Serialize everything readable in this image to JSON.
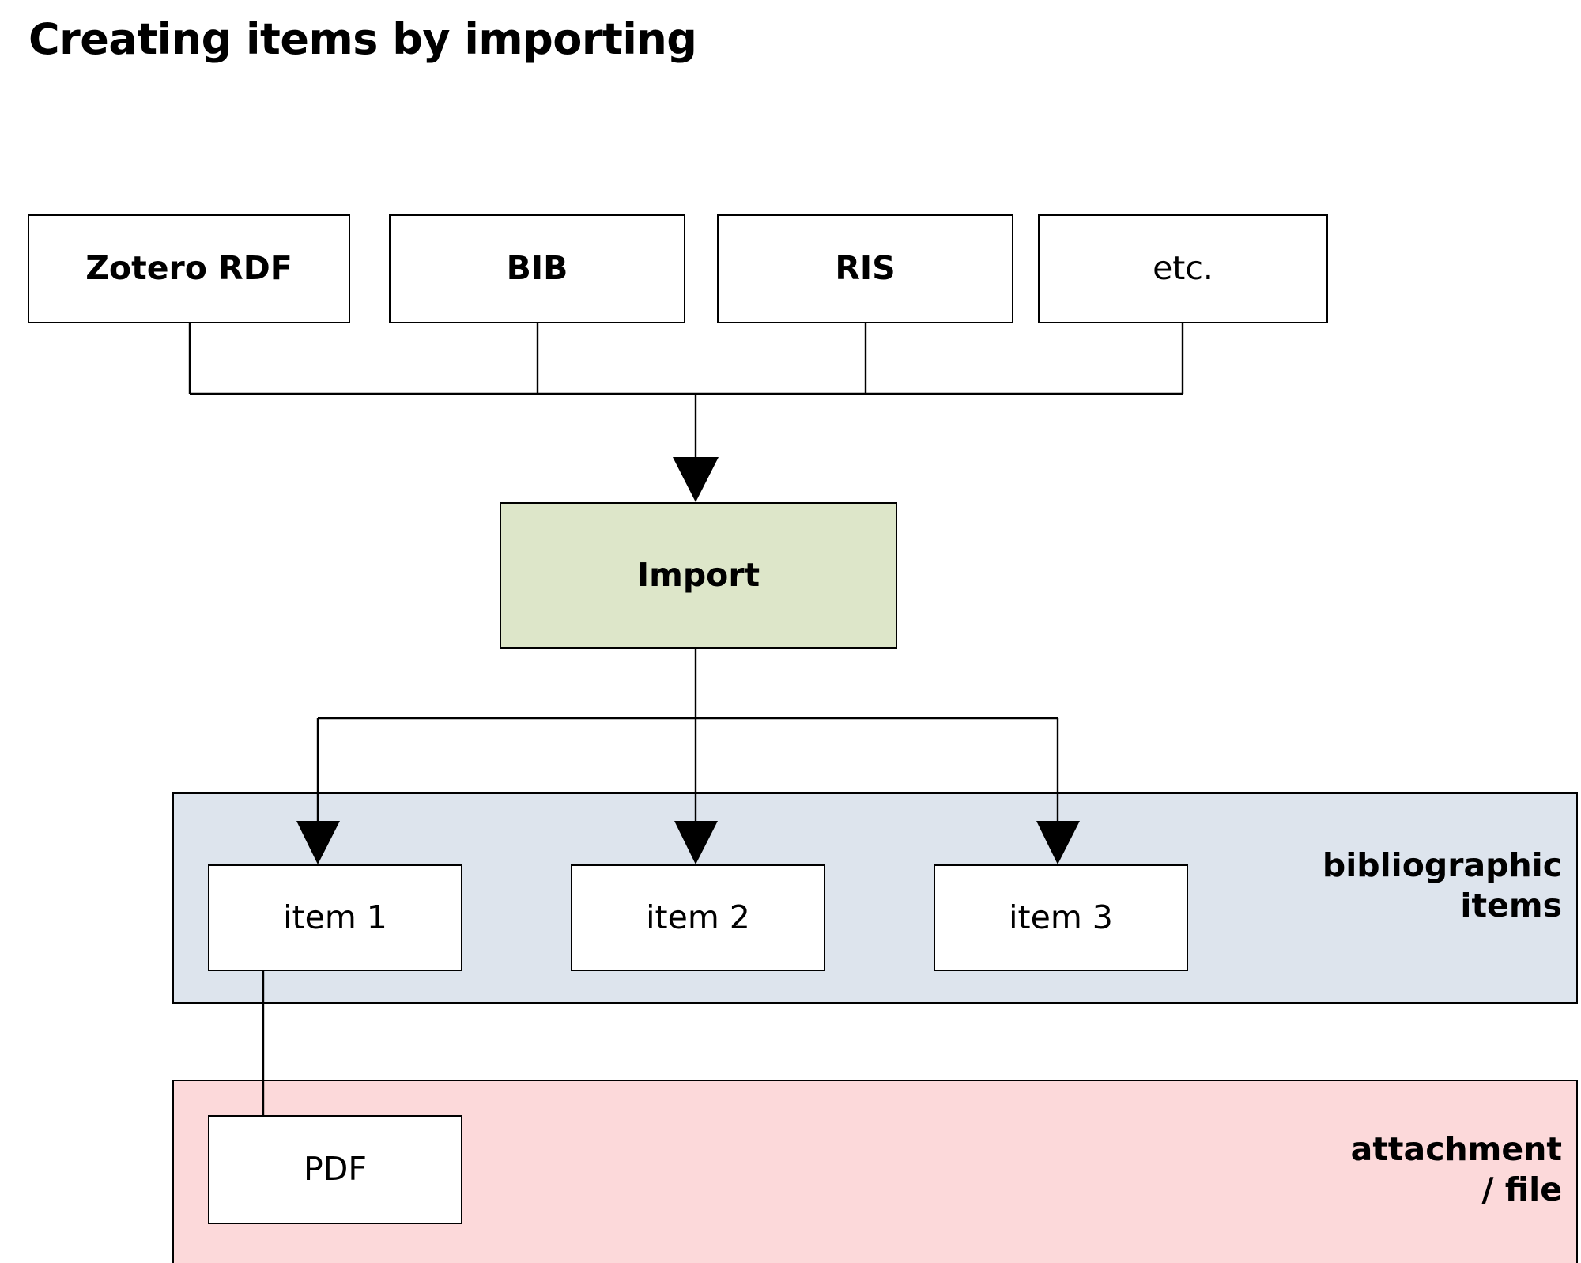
{
  "title": "Creating items by importing",
  "colors": {
    "import_fill": "#dde6c9",
    "bibliographic_fill": "#dde4ed",
    "attachment_fill": "#fcd9da",
    "stroke": "#000000",
    "node_fill": "#ffffff",
    "background": "#ffffff"
  },
  "sources": [
    {
      "label": "Zotero RDF",
      "bold": true
    },
    {
      "label": "BIB",
      "bold": true
    },
    {
      "label": "RIS",
      "bold": true
    },
    {
      "label": "etc.",
      "bold": false
    }
  ],
  "process": {
    "label": "Import"
  },
  "zones": [
    {
      "name": "bibliographic",
      "label": "bibliographic\nitems"
    },
    {
      "name": "attachment",
      "label": "attachment\n/ file"
    }
  ],
  "items": [
    {
      "label": "item 1"
    },
    {
      "label": "item 2"
    },
    {
      "label": "item 3"
    }
  ],
  "attachments": [
    {
      "label": "PDF"
    }
  ],
  "chart_data": {
    "type": "diagram",
    "title": "Creating items by importing",
    "nodes": [
      {
        "id": "zotero-rdf",
        "label": "Zotero RDF",
        "group": "source"
      },
      {
        "id": "bib",
        "label": "BIB",
        "group": "source"
      },
      {
        "id": "ris",
        "label": "RIS",
        "group": "source"
      },
      {
        "id": "etc",
        "label": "etc.",
        "group": "source"
      },
      {
        "id": "import",
        "label": "Import",
        "group": "process"
      },
      {
        "id": "item-1",
        "label": "item 1",
        "group": "bibliographic items"
      },
      {
        "id": "item-2",
        "label": "item 2",
        "group": "bibliographic items"
      },
      {
        "id": "item-3",
        "label": "item 3",
        "group": "bibliographic items"
      },
      {
        "id": "pdf",
        "label": "PDF",
        "group": "attachment / file"
      }
    ],
    "edges": [
      {
        "from": "zotero-rdf",
        "to": "import",
        "arrow": true
      },
      {
        "from": "bib",
        "to": "import",
        "arrow": true
      },
      {
        "from": "ris",
        "to": "import",
        "arrow": true
      },
      {
        "from": "etc",
        "to": "import",
        "arrow": true
      },
      {
        "from": "import",
        "to": "item-1",
        "arrow": true
      },
      {
        "from": "import",
        "to": "item-2",
        "arrow": true
      },
      {
        "from": "import",
        "to": "item-3",
        "arrow": true
      },
      {
        "from": "item-1",
        "to": "pdf",
        "arrow": false
      }
    ]
  }
}
